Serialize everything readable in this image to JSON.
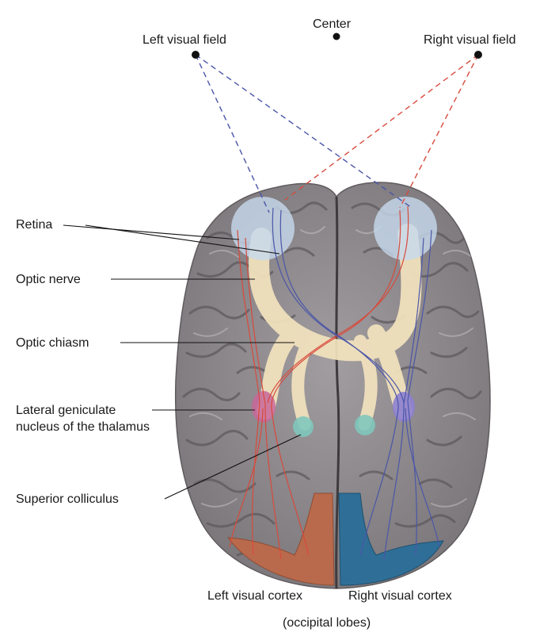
{
  "labels": {
    "center": "Center",
    "left_visual_field": "Left visual field",
    "right_visual_field": "Right visual field",
    "retina": "Retina",
    "optic_nerve": "Optic nerve",
    "optic_chiasm": "Optic chiasm",
    "lgn": "Lateral geniculate nucleus of the thalamus",
    "superior_colliculus": "Superior colliculus",
    "left_visual_cortex": "Left visual cortex",
    "right_visual_cortex": "Right visual cortex",
    "occipital_lobes": "(occipital lobes)"
  },
  "colors": {
    "brain": "#8f8b8e",
    "brain_dark": "#6c686b",
    "gyri_shadow": "#5e5a5d",
    "gyri_highlight": "#bdb9bc",
    "optic_pathway": "#f3e3be",
    "eye": "#c7d9ee",
    "left_field_line": "#4b56a8",
    "right_field_line": "#d84a3c",
    "lgn_left": "#c8679a",
    "lgn_right": "#8d7fd0",
    "superior_colliculus": "#7fc6bb",
    "left_cortex": "#b96a4c",
    "right_cortex": "#2f6f97"
  }
}
